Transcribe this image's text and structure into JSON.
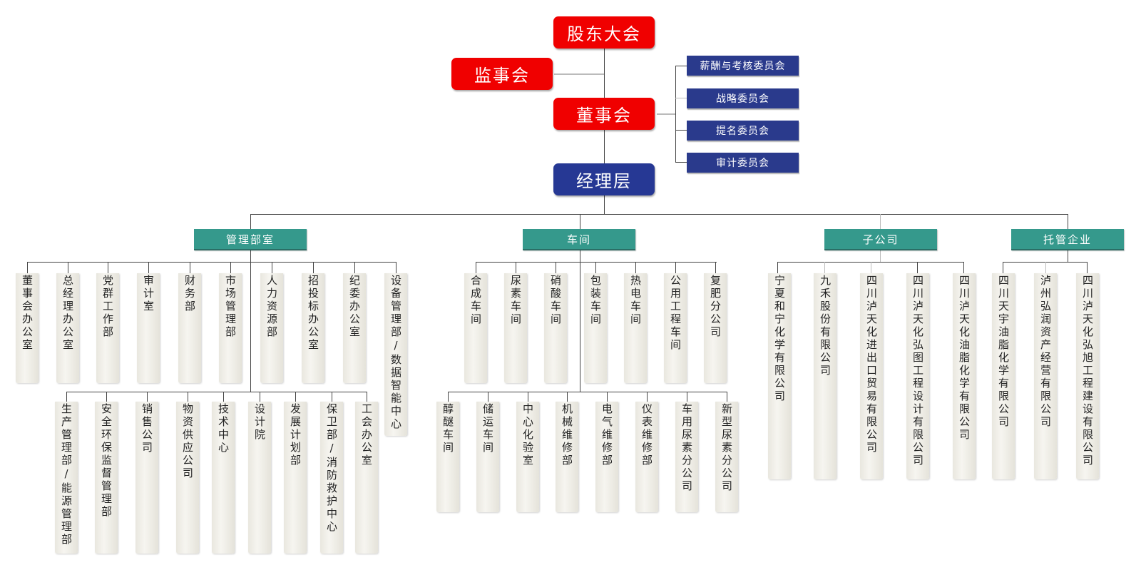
{
  "governance": {
    "shareholders": "股东大会",
    "supervisors": "监事会",
    "board": "董事会",
    "management": "经理层",
    "committees": [
      "薪酬与考核委员会",
      "战略委员会",
      "提名委员会",
      "审计委员会"
    ]
  },
  "categories": {
    "admin": "管理部室",
    "workshop": "车间",
    "subsidiary": "子公司",
    "trust": "托管企业"
  },
  "admin_row1": [
    "董事会办公室",
    "总经理办公室",
    "党群工作部",
    "审计室",
    "财务部",
    "市场管理部",
    "人力资源部",
    "招投标办公室",
    "纪委办公室",
    "设备管理部/数据智能中心"
  ],
  "admin_row2": [
    "生产管理部/能源管理部",
    "安全环保监督管理部",
    "销售公司",
    "物资供应公司",
    "技术中心",
    "设计院",
    "发展计划部",
    "保卫部/消防救护中心",
    "工会办公室"
  ],
  "workshop_row1": [
    "合成车间",
    "尿素车间",
    "硝酸车间",
    "包装车间",
    "热电车间",
    "公用工程车间",
    "复肥分公司"
  ],
  "workshop_row2": [
    "醇醚车间",
    "储运车间",
    "中心化验室",
    "机械维修部",
    "电气维修部",
    "仪表维修部",
    "车用尿素分公司",
    "新型尿素分公司"
  ],
  "subsidiaries": [
    "宁夏和宁化学有限公司",
    "九禾股份有限公司",
    "四川泸天化进出口贸易有限公司",
    "四川泸天化弘图工程设计有限公司",
    "四川泸天化油脂化学有限公司"
  ],
  "trusts": [
    "四川天宇油脂化学有限公司",
    "泸州弘润资产经营有限公司",
    "四川泸天化弘旭工程建设有限公司"
  ],
  "colors": {
    "red": "#f00000",
    "navy": "#263894",
    "teal": "#35998c",
    "leaf": "#eceae3"
  }
}
